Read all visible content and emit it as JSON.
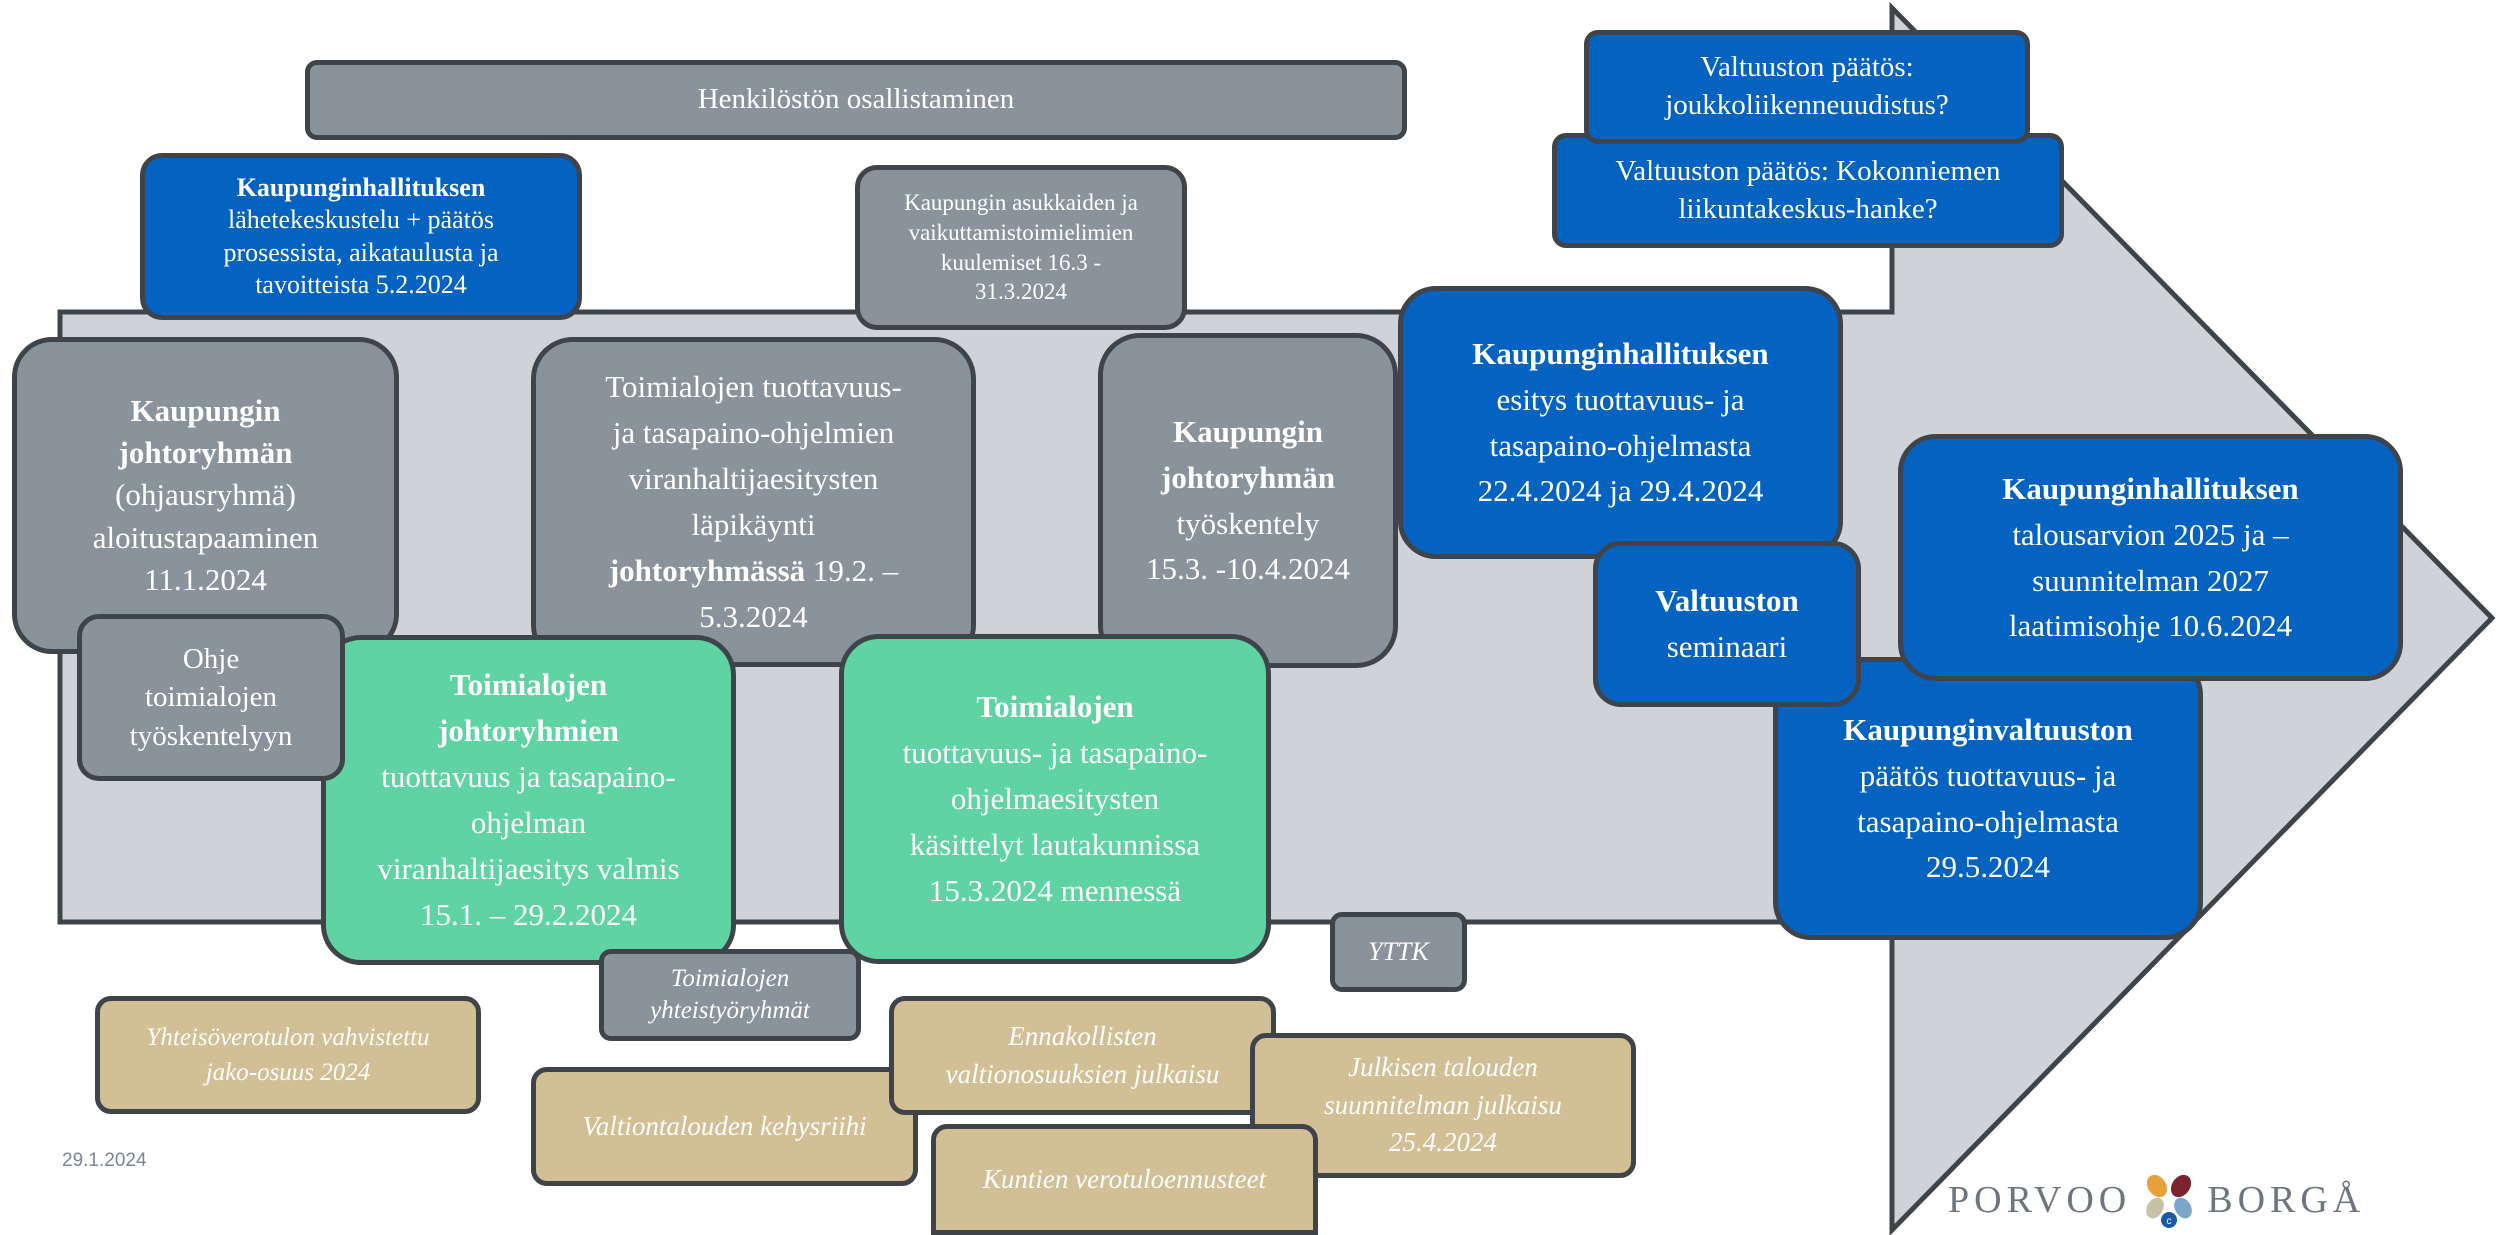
{
  "boxes": {
    "henkilosto": "Henkilöstön osallistaminen",
    "khal_laheteke": {
      "bold": "Kaupunginhallituksen",
      "l1": "lähetekeskustelu + päätös",
      "l2": "prosessista, aikataulusta ja",
      "l3": "tavoitteista 5.2.2024"
    },
    "kuulemiset": {
      "l1": "Kaupungin asukkaiden ja",
      "l2": "vaikuttamistoimielimien",
      "l3": "kuulemiset 16.3 -",
      "l4": "31.3.2024"
    },
    "valt_joukko": {
      "l1": "Valtuuston päätös:",
      "l2": "joukkoliikenneuudistus?"
    },
    "valt_liikunta": {
      "l1": "Valtuuston päätös: Kokonniemen",
      "l2": "liikuntakeskus-hanke?"
    },
    "johtoryhma_aloitus": {
      "b1": "Kaupungin",
      "b2": "johtoryhmän",
      "l1": "(ohjausryhmä)",
      "l2": "aloitustapaaminen",
      "l3": "11.1.2024"
    },
    "lapikaynti": {
      "l1": "Toimialojen tuottavuus-",
      "l2": "ja tasapaino-ohjelmien",
      "l3": "viranhaltijaesitysten",
      "l4": "läpikäynti",
      "bold": "johtoryhmässä",
      "l5": " 19.2. –",
      "l6": "5.3.2024"
    },
    "johtoryhma_tyo": {
      "b1": "Kaupungin",
      "b2": "johtoryhmän",
      "l1": "työskentely",
      "l2": "15.3. -10.4.2024"
    },
    "khal_esitys": {
      "bold": "Kaupunginhallituksen",
      "l1": "esitys tuottavuus- ja",
      "l2": "tasapaino-ohjelmasta",
      "l3": "22.4.2024 ja 29.4.2024"
    },
    "khal_laatimisohje": {
      "bold": "Kaupunginhallituksen",
      "l1": "talousarvion 2025 ja –",
      "l2": "suunnitelman 2027",
      "l3": "laatimisohje 10.6.2024"
    },
    "valt_seminaari": {
      "bold": "Valtuuston",
      "l1": "seminaari"
    },
    "kval_paatos": {
      "bold": "Kaupunginvaltuuston",
      "l1": "päätös tuottavuus- ja",
      "l2": "tasapaino-ohjelmasta",
      "l3": "29.5.2024"
    },
    "ohje": {
      "l1": "Ohje",
      "l2": "toimialojen",
      "l3": "työskentelyyn"
    },
    "toim_johtoryhmien": {
      "b1": "Toimialojen",
      "b2": "johtoryhmien",
      "l1": "tuottavuus ja tasapaino-",
      "l2": "ohjelman",
      "l3": "viranhaltijaesitys valmis",
      "l4": "15.1. – 29.2.2024"
    },
    "toim_lautakunnat": {
      "bold": "Toimialojen",
      "l1": "tuottavuus- ja tasapaino-",
      "l2": "ohjelmaesitysten",
      "l3": "käsittelyt lautakunnissa",
      "l4": "15.3.2024 mennessä"
    },
    "yhteistyo": {
      "l1": "Toimialojen",
      "l2": "yhteistyöryhmät"
    },
    "yttk": "YTTK",
    "yhteisovero": {
      "l1": "Yhteisöverotulon vahvistettu",
      "l2": "jako-osuus 2024"
    },
    "ennakolliset": {
      "l1": "Ennakollisten",
      "l2": "valtionosuuksien julkaisu"
    },
    "julkisen": {
      "l1": "Julkisen talouden",
      "l2": "suunnitelman julkaisu",
      "l3": "25.4.2024"
    },
    "valtiontalous": "Valtiontalouden kehysriihi",
    "kuntien": "Kuntien verotuloennusteet"
  },
  "footer": {
    "date": "29.1.2024"
  },
  "logo": {
    "left": "PORVOO",
    "right": "BORGÅ"
  },
  "colors": {
    "gray": "#8a939c",
    "blue": "#0462c0",
    "green": "#5fd3a2",
    "tan": "#d3bf95",
    "arrow_fill": "#cfd3d7",
    "border": "#3f444a"
  }
}
